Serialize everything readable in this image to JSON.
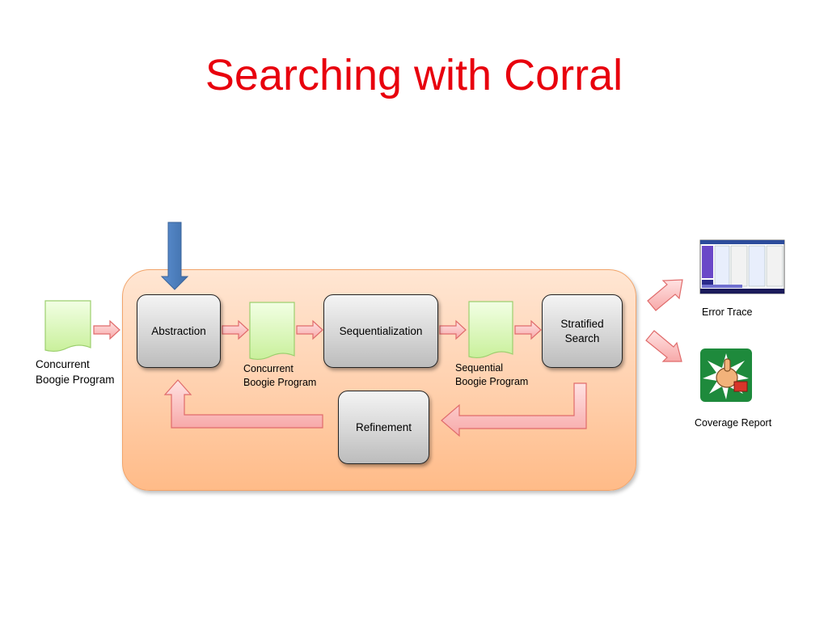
{
  "title": "Searching with Corral",
  "nodes": {
    "abstraction": "Abstraction",
    "sequentialization": "Sequentialization",
    "stratified_search": "Stratified\nSearch",
    "refinement": "Refinement"
  },
  "labels": {
    "input_program": "Concurrent\nBoogie Program",
    "concurrent_program": "Concurrent\nBoogie Program",
    "sequential_program": "Sequential\nBoogie Program",
    "error_trace": "Error Trace",
    "coverage_report": "Coverage Report"
  },
  "icons": {
    "document": "document-icon",
    "screenshot": "error-trace-screenshot-icon",
    "thumbs_up": "thumbs-up-icon"
  },
  "colors": {
    "title": "#e8000d",
    "container": "#ffd0ad",
    "document_fill": "#d9f7b8",
    "arrow_fill": "#ffc8c8",
    "arrow_stroke": "#e06b6b",
    "input_arrow": "#4a7ebb"
  }
}
